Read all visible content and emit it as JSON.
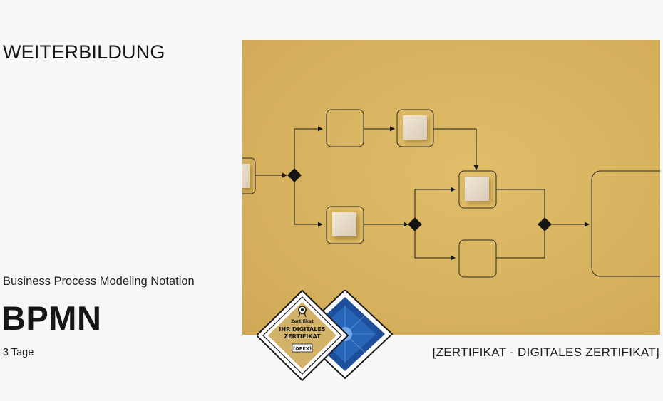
{
  "header": {
    "section_title": "WEITERBILDUNG"
  },
  "course": {
    "subtitle": "Business Process Modeling Notation",
    "title": "BPMN",
    "duration": "3 Tage"
  },
  "certificate": {
    "label": "[ZERTIFIKAT - DIGITALES ZERTIFIKAT]",
    "badge_kicker": "Zertifikat",
    "badge_line1": "IHR DIGITALES",
    "badge_line2": "ZERTIFIKAT",
    "badge_brand": "[OPEX]"
  },
  "colors": {
    "background": "#f7f7f7",
    "hero": "#d8b35f",
    "badge_gold": "#d3b26a",
    "badge_blue": "#1d4f9a"
  }
}
